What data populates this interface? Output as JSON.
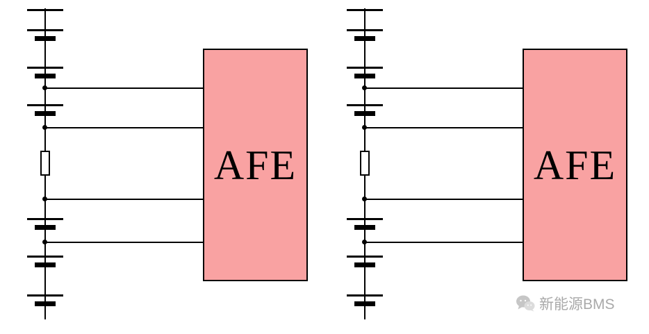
{
  "diagrams": [
    {
      "name": "left-circuit",
      "afe_label": "AFE"
    },
    {
      "name": "right-circuit",
      "afe_label": "AFE"
    }
  ],
  "watermark": {
    "text": "新能源BMS",
    "icon": "wechat-bubbles-icon"
  },
  "colors": {
    "afe_fill": "#f9a2a2",
    "line": "#000000",
    "watermark_gray": "#a9a9a9"
  }
}
